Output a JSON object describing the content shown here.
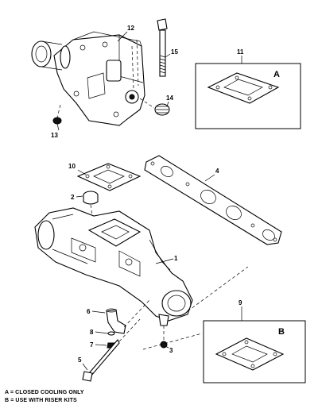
{
  "callouts": {
    "c1": "1",
    "c2": "2",
    "c3": "3",
    "c4": "4",
    "c5": "5",
    "c6": "6",
    "c7": "7",
    "c8": "8",
    "c9": "9",
    "c10": "10",
    "c11": "11",
    "c12": "12",
    "c13": "13",
    "c14": "14",
    "c15": "15"
  },
  "boxes": {
    "a_letter": "A",
    "b_letter": "B"
  },
  "legend": {
    "line_a": "A = CLOSED COOLING ONLY",
    "line_b": "B = USE WITH RISER KITS"
  }
}
